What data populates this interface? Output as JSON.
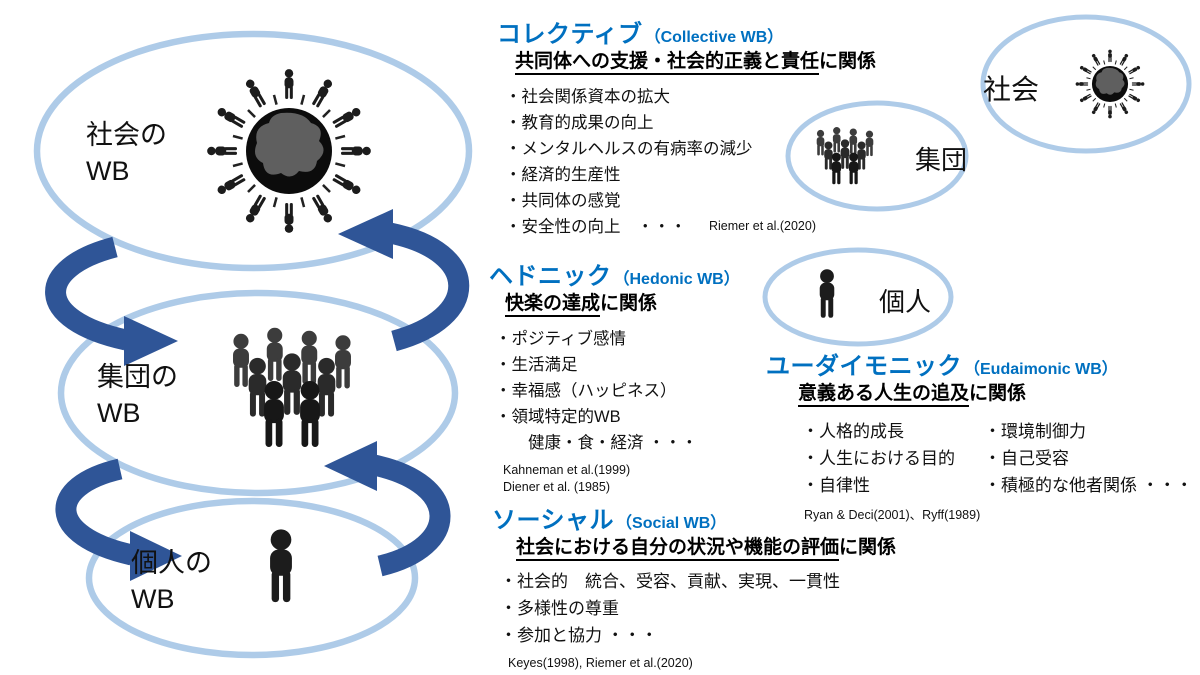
{
  "colors": {
    "ellipse_stroke": "#AECBE8",
    "arrow": "#2F5597",
    "heading": "#0070C0"
  },
  "icons": {
    "globe": "globe-people-icon",
    "crowd": "crowd-icon",
    "person": "person-icon"
  },
  "hierarchy": {
    "society": {
      "label": "社会の\nWB"
    },
    "group": {
      "label": "集団の\nWB"
    },
    "individual": {
      "label": "個人の\nWB"
    }
  },
  "scale_ellipses": {
    "society": {
      "label": "社会"
    },
    "group": {
      "label": "集団"
    },
    "individual": {
      "label": "個人"
    }
  },
  "sections": {
    "collective": {
      "title_jp": "コレクティブ",
      "title_en": "（Collective WB）",
      "relation_key": "共同体への支援・社会的正義と責任",
      "relation_suffix": "に関係",
      "bullets": [
        "・社会関係資本の拡大",
        "・教育的成果の向上",
        "・メンタルヘルスの有病率の減少",
        "・経済的生産性",
        "・共同体の感覚",
        "・安全性の向上　・・・"
      ],
      "citation": "Riemer et al.(2020)"
    },
    "hedonic": {
      "title_jp": "ヘドニック",
      "title_en": "（Hedonic WB）",
      "relation_key": "快楽の達成",
      "relation_suffix": "に関係",
      "bullets": [
        "・ポジティブ感情",
        "・生活満足",
        "・幸福感（ハッピネス）",
        "・領域特定的WB",
        "　　健康・食・経済 ・・・"
      ],
      "citations": [
        "Kahneman et al.(1999)",
        "Diener et al. (1985)"
      ]
    },
    "eudaimonic": {
      "title_jp": "ユーダイモニック",
      "title_en": "（Eudaimonic WB）",
      "relation_key": "意義ある人生の追及",
      "relation_suffix": "に関係",
      "bullets_left": [
        "・人格的成長",
        "・人生における目的",
        "・自律性"
      ],
      "bullets_right": [
        "・環境制御力",
        "・自己受容",
        "・積極的な他者関係 ・・・"
      ],
      "citation": "Ryan & Deci(2001)、Ryff(1989)"
    },
    "social": {
      "title_jp": "ソーシャル",
      "title_en": "（Social WB）",
      "relation_key": "社会における自分の状況や機能の評価",
      "relation_suffix": "に関係",
      "bullets": [
        "・社会的　統合、受容、貢献、実現、一貫性",
        "・多様性の尊重",
        "・参加と協力 ・・・"
      ],
      "citation": "Keyes(1998), Riemer et al.(2020)"
    }
  }
}
